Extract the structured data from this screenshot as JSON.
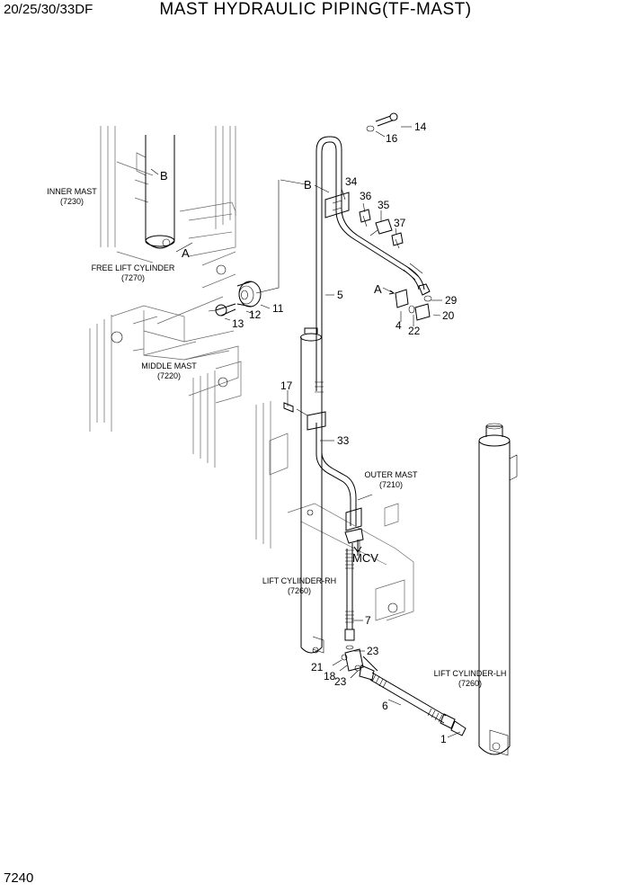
{
  "header": {
    "model": "20/25/30/33DF",
    "title": "MAST HYDRAULIC PIPING(TF-MAST)"
  },
  "footer": {
    "page_number": "7240"
  },
  "assemblies": {
    "inner_mast": {
      "name": "INNER MAST",
      "code": "(7230)"
    },
    "free_lift_cylinder": {
      "name": "FREE LIFT CYLINDER",
      "code": "(7270)"
    },
    "middle_mast": {
      "name": "MIDDLE MAST",
      "code": "(7220)"
    },
    "outer_mast": {
      "name": "OUTER MAST",
      "code": "(7210)"
    },
    "lift_cylinder_rh": {
      "name": "LIFT CYLINDER-RH",
      "code": "(7260)"
    },
    "lift_cylinder_lh": {
      "name": "LIFT CYLINDER-LH",
      "code": "(7260)"
    }
  },
  "markers": {
    "a": "A",
    "b": "B",
    "mcv": "MCV"
  },
  "part_numbers": {
    "p1": "1",
    "p4": "4",
    "p5": "5",
    "p6": "6",
    "p7": "7",
    "p11": "11",
    "p12": "12",
    "p13": "13",
    "p14": "14",
    "p16": "16",
    "p17": "17",
    "p18": "18",
    "p20": "20",
    "p21": "21",
    "p22": "22",
    "p23a": "23",
    "p23b": "23",
    "p29": "29",
    "p33": "33",
    "p34": "34",
    "p35": "35",
    "p36": "36",
    "p37": "37"
  }
}
